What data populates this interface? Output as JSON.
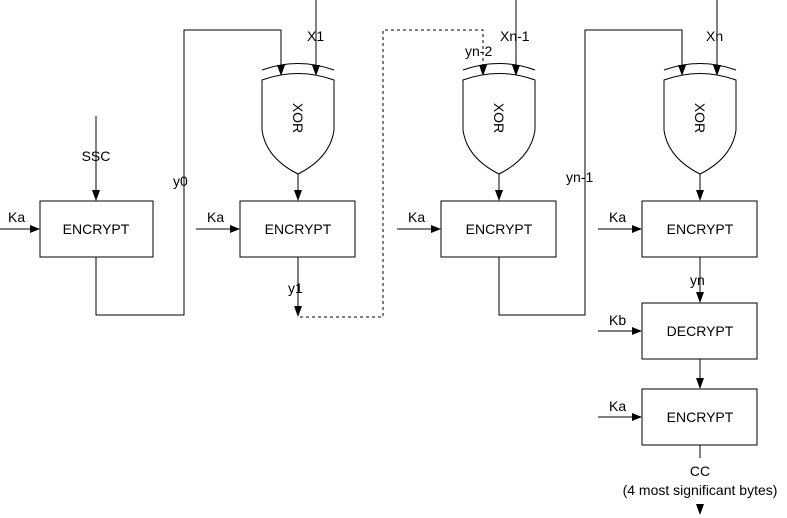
{
  "blocks": {
    "encrypt_label": "ENCRYPT",
    "decrypt_label": "DECRYPT",
    "xor_label": "XOR"
  },
  "keys": {
    "ka": "Ka",
    "kb": "Kb"
  },
  "signals": {
    "ssc": "SSC",
    "y0": "y0",
    "y1": "y1",
    "yn_minus_2": "yn-2",
    "yn_minus_1": "yn-1",
    "yn": "yn",
    "x1": "X1",
    "xn_minus_1": "Xn-1",
    "xn": "Xn"
  },
  "output": {
    "cc": "CC",
    "note": "(4 most significant bytes)"
  }
}
